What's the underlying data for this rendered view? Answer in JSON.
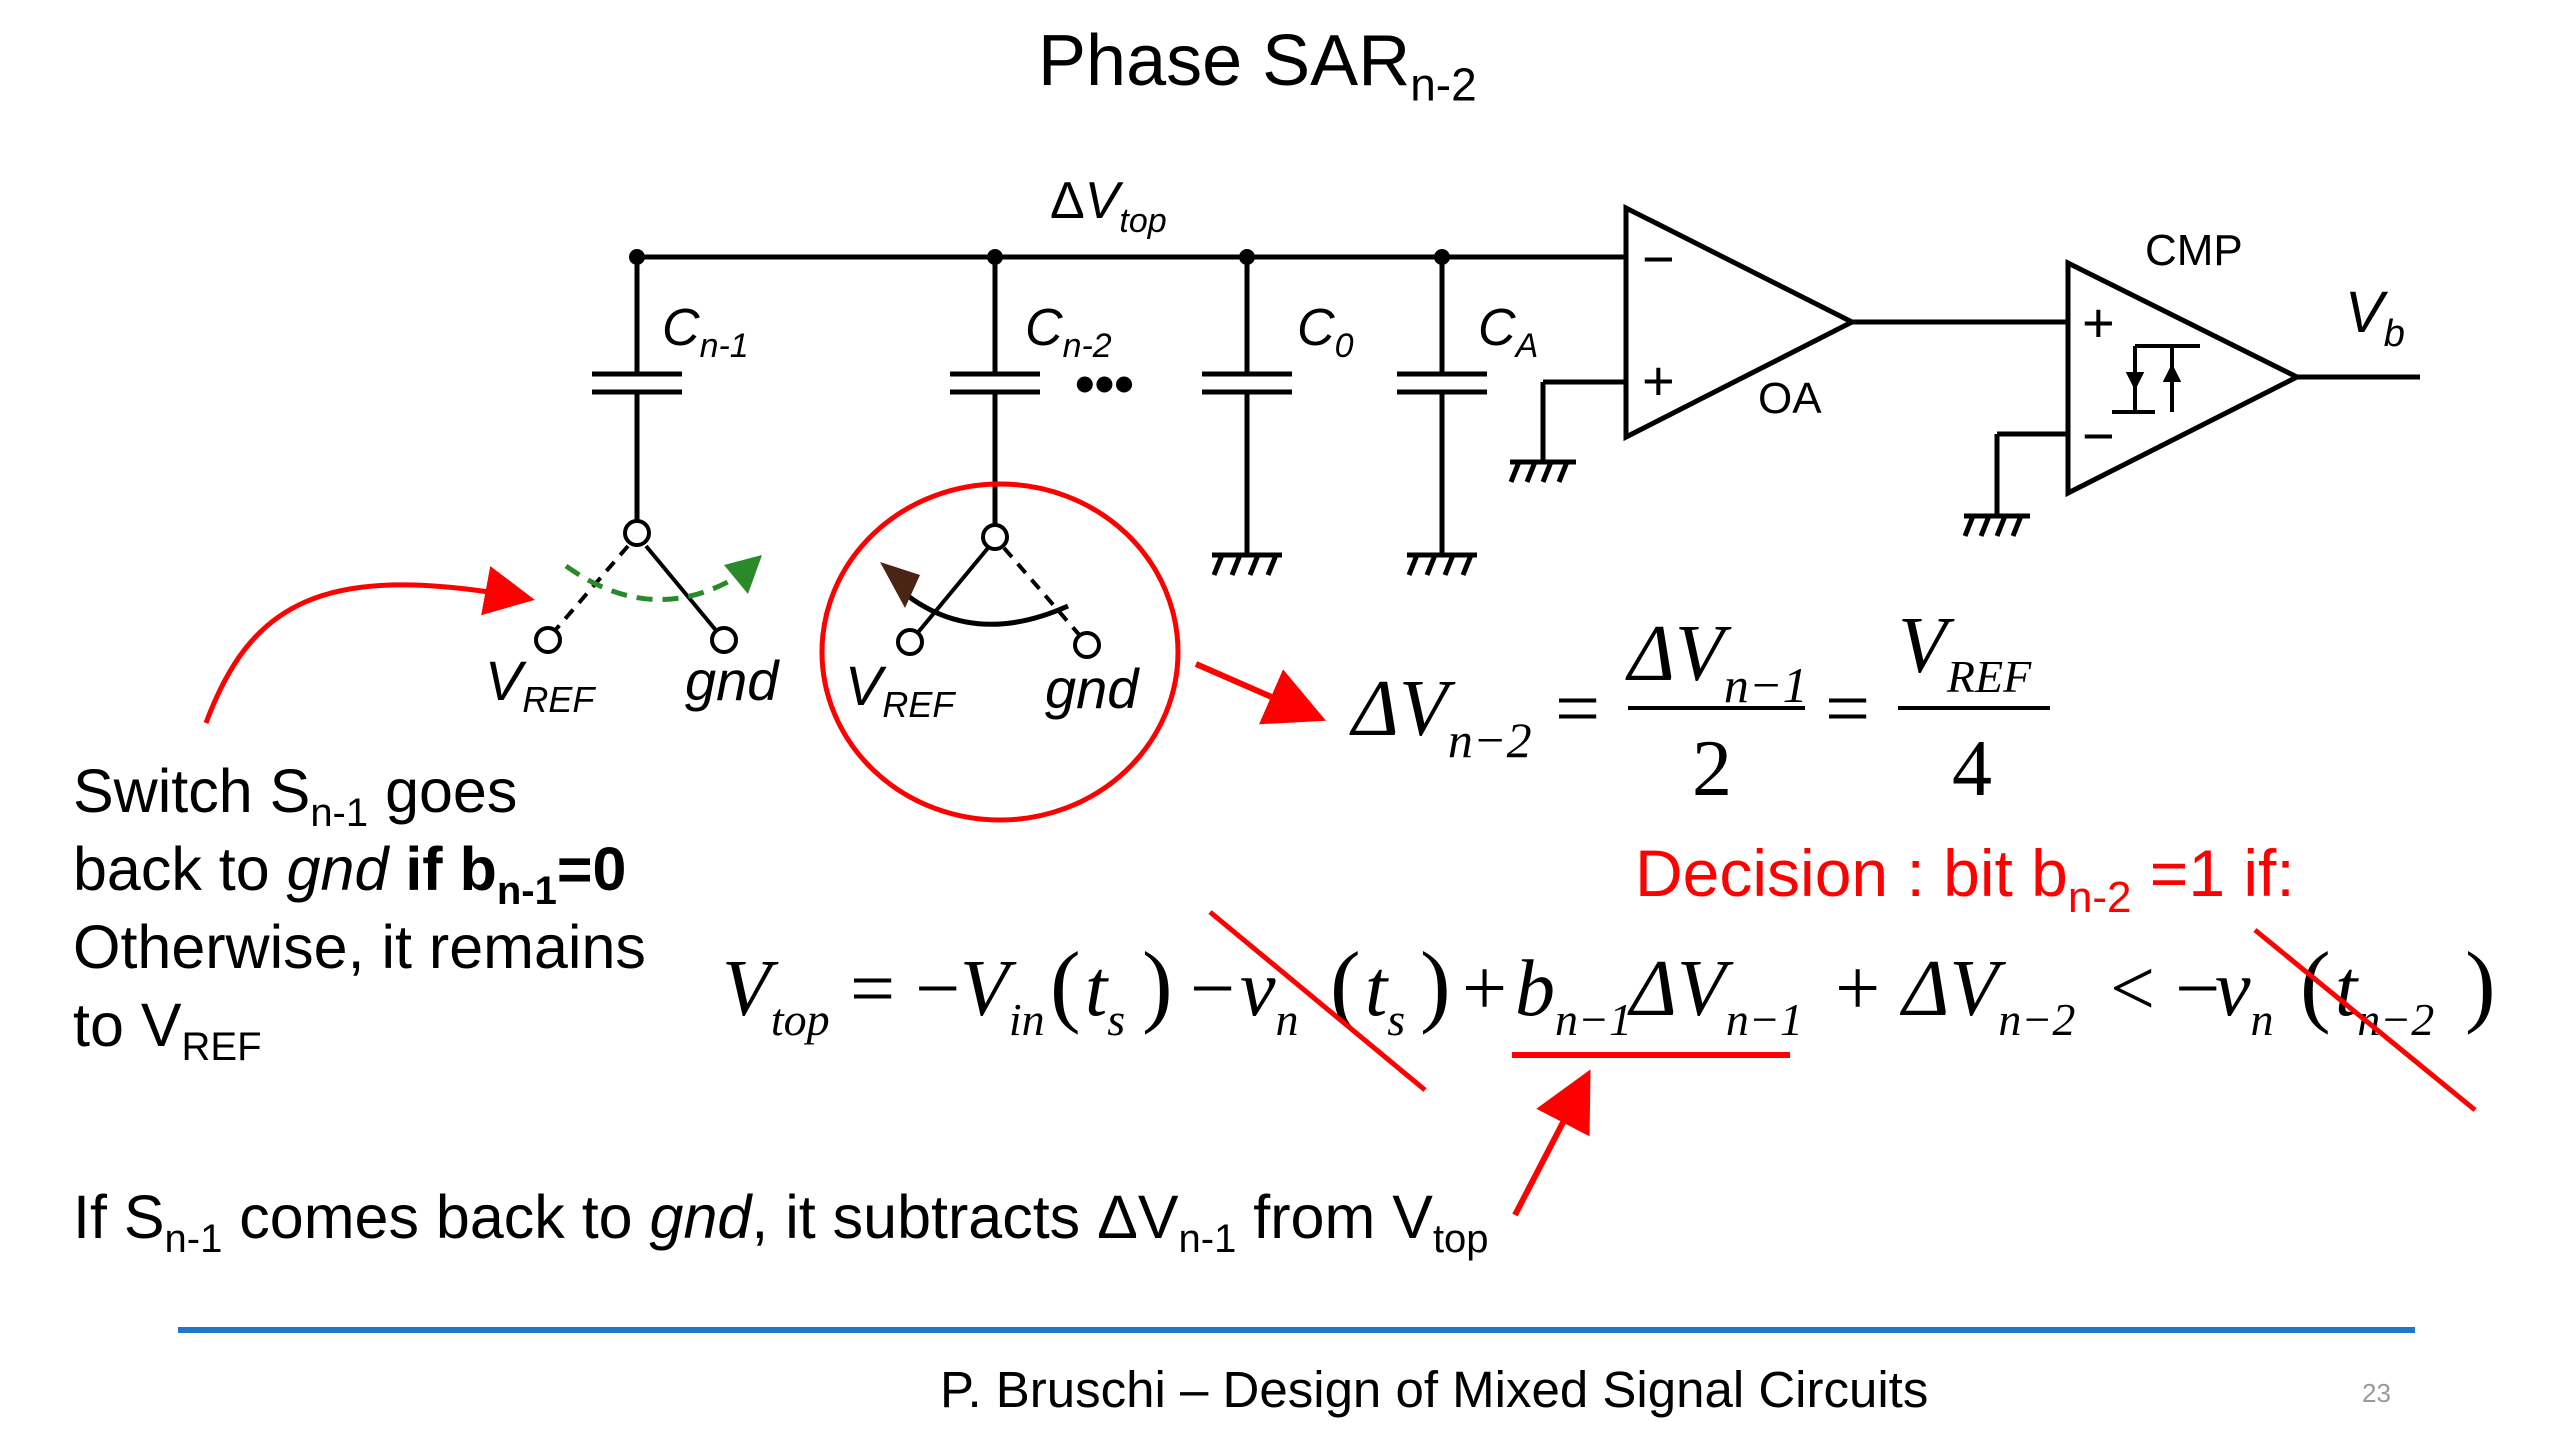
{
  "title": {
    "main": "Phase SAR",
    "sub": "n-2"
  },
  "circuit": {
    "dv_top": {
      "delta": "Δ",
      "V": "V",
      "sub": "top"
    },
    "caps": [
      {
        "name": "C",
        "sub": "n-1"
      },
      {
        "name": "C",
        "sub": "n-2"
      },
      {
        "name": "C",
        "sub": "0"
      },
      {
        "name": "C",
        "sub": "A"
      }
    ],
    "ellipsis": "•••",
    "vref": {
      "V": "V",
      "sub": "REF"
    },
    "gnd": "gnd",
    "oa": {
      "label": "OA",
      "minus": "−",
      "plus": "+"
    },
    "cmp": {
      "label": "CMP",
      "plus": "+",
      "minus": "−"
    },
    "vb": {
      "V": "V",
      "sub": "b"
    }
  },
  "switch_note": {
    "l1a": "Switch S",
    "l1s": "n-1",
    "l1b": " goes",
    "l2a": "back to ",
    "l2i": "gnd",
    "l2b": " if b",
    "l2s": "n-1",
    "l2c": "=0",
    "l3": "Otherwise, it remains",
    "l4a": "to V",
    "l4s": "REF"
  },
  "equation_dv": {
    "lhs_V": "ΔV",
    "lhs_sub": "n−2",
    "eq": "=",
    "num1": "ΔV",
    "num1_sub": "n−1",
    "den1": "2",
    "num2": "V",
    "num2_sub": "REF",
    "den2": "4"
  },
  "decision": {
    "pre": "Decision : bit b",
    "sub": "n-2",
    "post": " =1 if:"
  },
  "equation_vtop": {
    "V": "V",
    "top": "top",
    "eq": "= −",
    "Vin": "V",
    "in": "in",
    "t": "t",
    "s": "s",
    "minus": "−",
    "v": "v",
    "n": "n",
    "plus": "+",
    "b": "b",
    "bsub": "n−1",
    "dV": "ΔV",
    "dVsub": "n−1",
    "plus2": "+ ΔV",
    "dV2sub": "n−2",
    "lt": "< −",
    "v2": "v",
    "t2sub": "n−2"
  },
  "subtract_note": {
    "a": "If S",
    "as": "n-1",
    "b": " comes back to ",
    "bi": "gnd",
    "c": ", it subtracts ΔV",
    "cs": "n-1",
    "d": " from V",
    "ds": "top"
  },
  "footer": {
    "text": "P. Bruschi – Design of Mixed Signal Circuits",
    "page": "23"
  },
  "colors": {
    "annotation": "#ff0000",
    "switch_arrow": "#2a8a2a",
    "rule": "#1f77c9"
  }
}
